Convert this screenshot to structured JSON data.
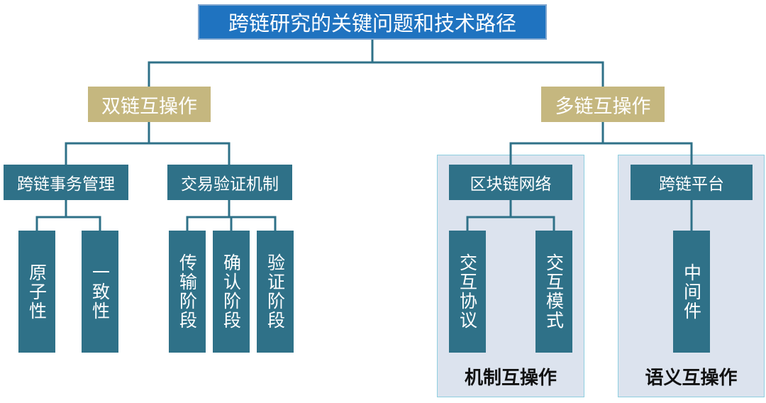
{
  "title": "跨链研究的关键问题和技术路径",
  "dual_chain": {
    "label": "双链互操作",
    "transaction_mgmt": {
      "label": "跨链事务管理",
      "leaves": [
        "原子性",
        "一致性"
      ]
    },
    "tx_verification": {
      "label": "交易验证机制",
      "leaves": [
        "传输阶段",
        "确认阶段",
        "验证阶段"
      ]
    }
  },
  "multi_chain": {
    "label": "多链互操作",
    "blockchain_network": {
      "label": "区块链网络",
      "leaves": [
        "交互协议",
        "交互模式"
      ],
      "group_label": "机制互操作"
    },
    "crosschain_platform": {
      "label": "跨链平台",
      "leaves": [
        "中间件"
      ],
      "group_label": "语义互操作"
    }
  },
  "colors": {
    "title_bg": "#1f73c0",
    "level1_bg": "#c5b77f",
    "node_bg": "#2f7188",
    "group_bg": "#dce3ee",
    "group_border": "#8ecfe0"
  }
}
